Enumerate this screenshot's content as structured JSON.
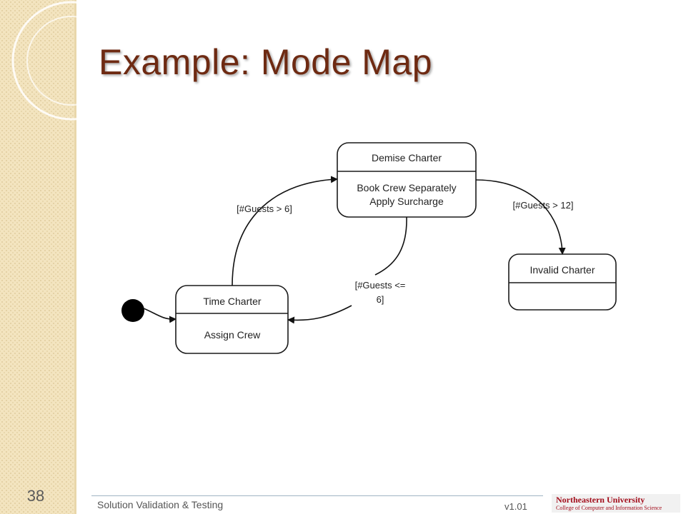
{
  "slide": {
    "title": "Example: Mode Map",
    "number": "38"
  },
  "diagram": {
    "states": {
      "demise": {
        "name": "Demise Charter",
        "actions": [
          "Book Crew Separately",
          "Apply Surcharge"
        ]
      },
      "time": {
        "name": "Time Charter",
        "actions": [
          "Assign Crew"
        ]
      },
      "invalid": {
        "name": "Invalid Charter",
        "actions": []
      }
    },
    "transitions": {
      "time_to_demise": "[#Guests > 6]",
      "demise_to_invalid": "[#Guests > 12]",
      "demise_to_time": [
        "[#Guests <=",
        "6]"
      ]
    }
  },
  "footer": {
    "course": "Solution Validation & Testing",
    "version": "v1.01",
    "logo": {
      "university": "Northeastern University",
      "college": "College of Computer and Information Science"
    }
  }
}
